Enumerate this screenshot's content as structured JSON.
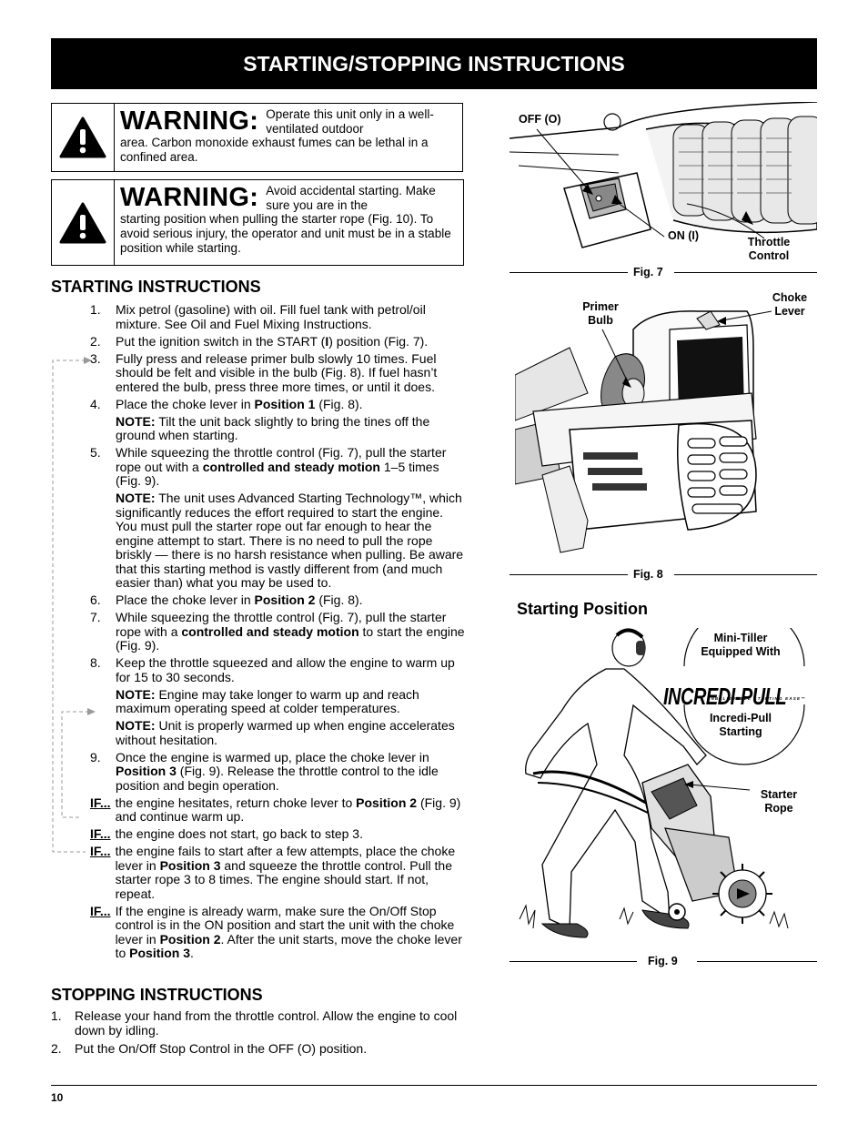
{
  "banner": "STARTING/STOPPING INSTRUCTIONS",
  "warnings": [
    {
      "label": "WARNING:",
      "first": "Operate this unit only in a well- ventilated outdoor",
      "rest": "area. Carbon monoxide exhaust fumes can be lethal in a confined area."
    },
    {
      "label": "WARNING:",
      "first": "Avoid accidental starting. Make sure you are in the",
      "rest": "starting position when pulling the starter rope (Fig. 10). To avoid serious injury, the operator and unit must be in a stable position while starting."
    }
  ],
  "starting_heading": "STARTING INSTRUCTIONS",
  "stopping_heading": "STOPPING INSTRUCTIONS",
  "steps": {
    "s1": "Mix petrol (gasoline) with oil. Fill fuel tank with petrol/oil mixture. See Oil and Fuel Mixing Instructions.",
    "s2a": "Put the ignition switch in the START (",
    "s2b": "I",
    "s2c": ") position (Fig. 7).",
    "s3": "Fully press and release primer bulb slowly 10 times. Fuel should be felt and visible in the bulb (Fig. 8). If fuel hasn’t entered the bulb, press three more times, or until it does.",
    "s4a": "Place the choke lever in ",
    "s4b": "Position 1",
    "s4c": " (Fig. 8).",
    "n4k": "NOTE:",
    "n4": " Tilt the unit back slightly to bring the tines off the ground when starting.",
    "s5a": "While squeezing the throttle control (Fig. 7), pull the starter rope out with a ",
    "s5b": "controlled and steady motion",
    "s5c": " 1–5 times (Fig. 9).",
    "n5k": "NOTE:",
    "n5": " The unit uses Advanced Starting Technology™, which significantly reduces the effort required to start the engine. You must pull the starter rope out far enough to hear the engine attempt to start. There is no need to pull the rope briskly — there is no harsh resistance when pulling. Be aware that this starting method is vastly different from (and much easier than) what you may be used to.",
    "s6a": "Place the choke lever in ",
    "s6b": "Position 2",
    "s6c": " (Fig. 8).",
    "s7a": "While squeezing the throttle control (Fig. 7), pull the starter rope with a ",
    "s7b": "controlled and steady motion",
    "s7c": " to start the engine (Fig. 9).",
    "s8": "Keep the throttle squeezed and allow the engine to warm up for 15 to 30 seconds.",
    "n8ak": "NOTE:",
    "n8a": " Engine may take longer to warm up and reach maximum operating speed at colder temperatures.",
    "n8bk": "NOTE:",
    "n8b": " Unit is properly warmed up when engine accelerates without hesitation.",
    "s9a": "Once the engine is warmed up, place the choke lever in ",
    "s9b": "Position 3",
    "s9c": " (Fig. 9). Release the throttle control to the idle position and begin operation.",
    "ifk": "IF...",
    "if1a": "the engine hesitates, return choke lever to ",
    "if1b": "Position 2",
    "if1c": " (Fig. 9) and continue warm up.",
    "if2": "the engine does not start, go back to step 3.",
    "if3a": "the engine fails to start after a few attempts, place the choke lever in ",
    "if3b": "Position 3",
    "if3c": " and squeeze the throttle control. Pull the starter rope 3 to 8 times. The engine should start. If not, repeat.",
    "if4a": "If the engine is already warm, make sure the On/Off Stop control is in the ON position and start the unit with the choke lever in ",
    "if4b": "Position 2",
    "if4c": ". After the unit starts, move the choke lever to ",
    "if4d": "Position 3",
    "if4e": "."
  },
  "step_numbers": [
    "1.",
    "2.",
    "3.",
    "4.",
    "5.",
    "6.",
    "7.",
    "8.",
    "9."
  ],
  "stopping": [
    {
      "num": "1.",
      "text": "Release your hand from the throttle control. Allow the engine to cool down by idling."
    },
    {
      "num": "2.",
      "text": "Put the On/Off Stop Control in the OFF (O) position."
    }
  ],
  "fig7": {
    "caption": "Fig. 7",
    "off": "OFF (O)",
    "on": "ON (I)",
    "throttle": "Throttle Control"
  },
  "fig8": {
    "caption": "Fig. 8",
    "primer": "Primer Bulb",
    "choke": "Choke Lever"
  },
  "fig9": {
    "caption": "Fig. 9",
    "heading": "Starting Position",
    "badge_top": "Mini-Tiller Equipped With",
    "logo": "INCREDI-PULL",
    "logo_sub": "UNBELIEVABLE STARTING EASE™",
    "badge_bottom": "Incredi-Pull Starting",
    "rope": "Starter Rope"
  },
  "page_number": "10"
}
